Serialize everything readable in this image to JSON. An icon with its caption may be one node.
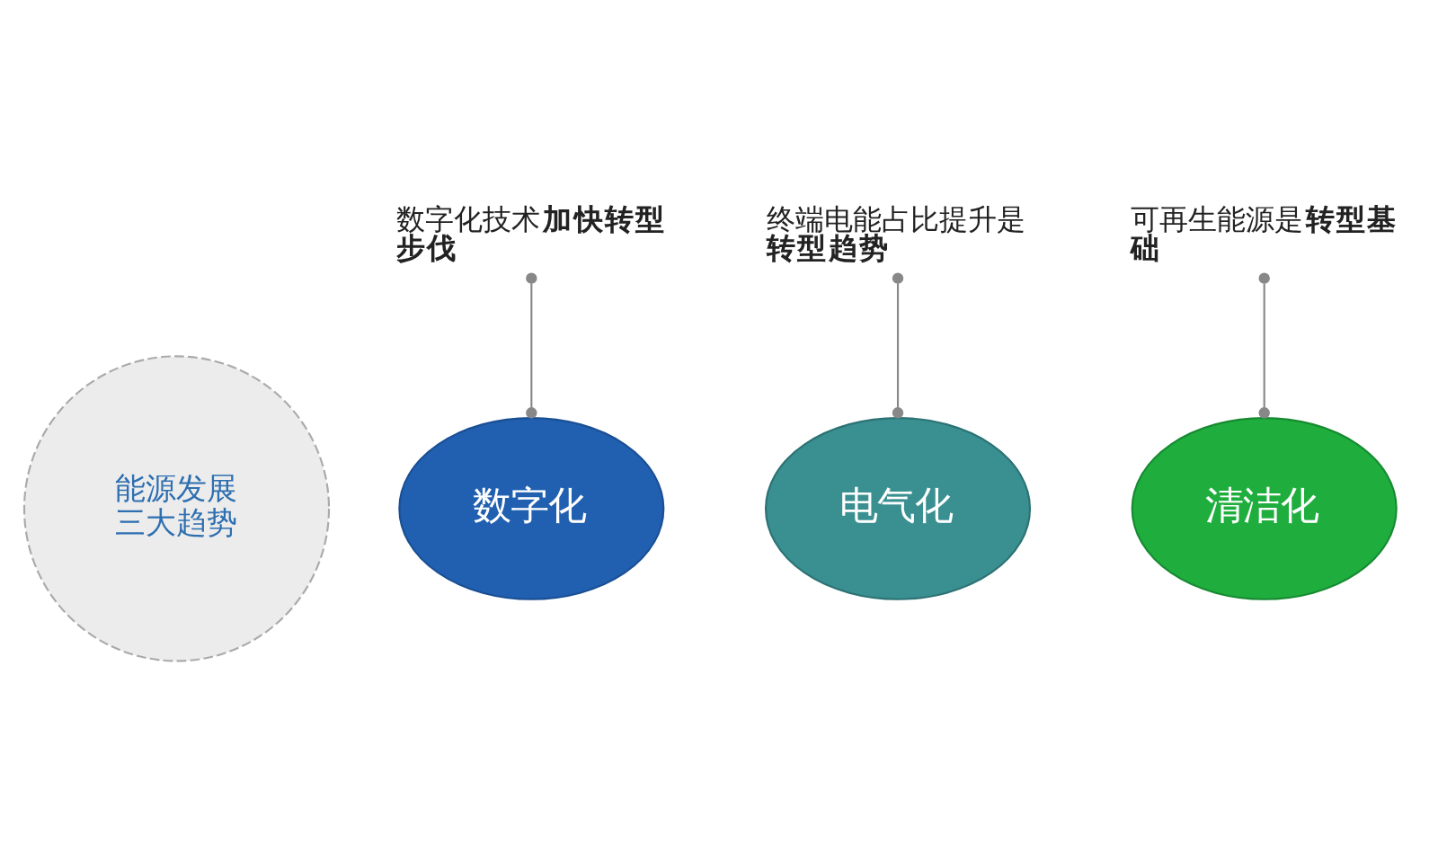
{
  "diagram": {
    "nodes": [
      {
        "text": [
          "能源发展三大趋势"
        ]
      },
      {
        "text": [
          "数字化"
        ]
      },
      {
        "text": [
          "电气化"
        ]
      },
      {
        "text": [
          "清洁化"
        ]
      },
      {
        "text": [
          "数字化技术**加快转型步伐**"
        ]
      },
      {
        "text": [
          "终端电能占比提升是**转型趋势**"
        ]
      },
      {
        "text": [
          "可再生能源是**转型基础**"
        ]
      }
    ],
    "edges": [
      {
        "from": 4,
        "to": 1,
        "arrow": "other"
      },
      {
        "from": 5,
        "to": 2,
        "arrow": "other"
      },
      {
        "from": 6,
        "to": 3,
        "arrow": "other"
      }
    ]
  }
}
